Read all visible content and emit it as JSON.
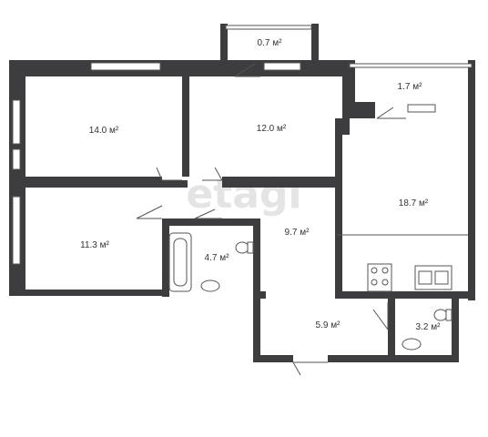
{
  "watermark": "etagi",
  "rooms": [
    {
      "id": "balcony-top",
      "area": "0.7 м²"
    },
    {
      "id": "balcony-right",
      "area": "1.7 м²"
    },
    {
      "id": "room-a",
      "area": "14.0 м²"
    },
    {
      "id": "room-b",
      "area": "12.0 м²"
    },
    {
      "id": "kitchen",
      "area": "18.7 м²"
    },
    {
      "id": "room-c",
      "area": "11.3 м²"
    },
    {
      "id": "bathroom",
      "area": "4.7 м²"
    },
    {
      "id": "hall",
      "area": "9.7 м²"
    },
    {
      "id": "entry",
      "area": "5.9 м²"
    },
    {
      "id": "toilet",
      "area": "3.2 м²"
    }
  ]
}
